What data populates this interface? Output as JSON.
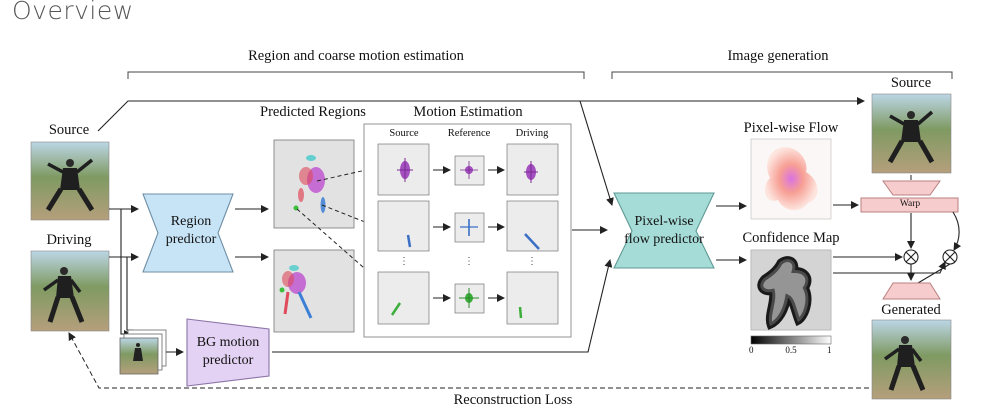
{
  "page": {
    "title": "Overview"
  },
  "sections": {
    "left": "Region and coarse motion estimation",
    "right": "Image generation"
  },
  "inputs": {
    "source": "Source",
    "driving": "Driving"
  },
  "modules": {
    "region_predictor": {
      "line1": "Region",
      "line2": "predictor"
    },
    "bg_motion": {
      "line1": "BG motion",
      "line2": "predictor"
    },
    "flow_predictor": {
      "line1": "Pixel-wise",
      "line2": "flow predictor"
    },
    "warp": "Warp"
  },
  "panels": {
    "predicted_regions": "Predicted Regions",
    "motion_estimation": "Motion Estimation",
    "col_source": "Source",
    "col_reference": "Reference",
    "col_driving": "Driving",
    "pixel_flow": "Pixel-wise Flow",
    "confidence_map": "Confidence Map",
    "colorbar_ticks": [
      "0",
      "0.5",
      "1"
    ]
  },
  "outputs": {
    "source": "Source",
    "generated": "Generated"
  },
  "loss": "Reconstruction Loss",
  "colors": {
    "predictor_fill": "#c7e4f7",
    "bg_predictor_fill": "#e3d2f3",
    "flow_predictor_fill": "#a6dcd7",
    "warp_fill": "#f7cccc"
  }
}
